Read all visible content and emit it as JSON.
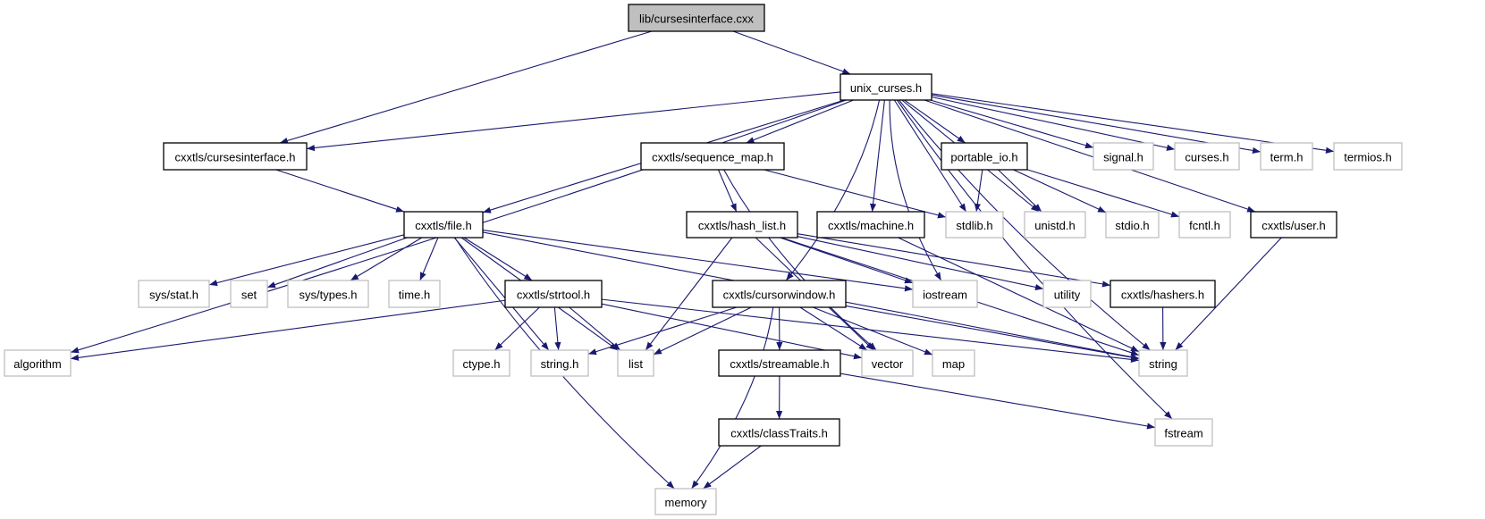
{
  "graph": {
    "title": "lib/cursesinterface.cxx",
    "edge_color": "#191970",
    "nodes": [
      {
        "id": "root",
        "label": "lib/cursesinterface.cxx",
        "kind": "root"
      },
      {
        "id": "unix_curses",
        "label": "unix_curses.h",
        "kind": "doc"
      },
      {
        "id": "cursesinterface_h",
        "label": "cxxtls/cursesinterface.h",
        "kind": "doc"
      },
      {
        "id": "sequence_map",
        "label": "cxxtls/sequence_map.h",
        "kind": "doc"
      },
      {
        "id": "portable_io",
        "label": "portable_io.h",
        "kind": "doc"
      },
      {
        "id": "signal",
        "label": "signal.h",
        "kind": "ext"
      },
      {
        "id": "curses",
        "label": "curses.h",
        "kind": "ext"
      },
      {
        "id": "term",
        "label": "term.h",
        "kind": "ext"
      },
      {
        "id": "termios",
        "label": "termios.h",
        "kind": "ext"
      },
      {
        "id": "file",
        "label": "cxxtls/file.h",
        "kind": "doc"
      },
      {
        "id": "hash_list",
        "label": "cxxtls/hash_list.h",
        "kind": "doc"
      },
      {
        "id": "machine",
        "label": "cxxtls/machine.h",
        "kind": "doc"
      },
      {
        "id": "stdlib",
        "label": "stdlib.h",
        "kind": "ext"
      },
      {
        "id": "unistd",
        "label": "unistd.h",
        "kind": "ext"
      },
      {
        "id": "stdio",
        "label": "stdio.h",
        "kind": "ext"
      },
      {
        "id": "fcntl",
        "label": "fcntl.h",
        "kind": "ext"
      },
      {
        "id": "user",
        "label": "cxxtls/user.h",
        "kind": "doc"
      },
      {
        "id": "sys_stat",
        "label": "sys/stat.h",
        "kind": "ext"
      },
      {
        "id": "set",
        "label": "set",
        "kind": "ext"
      },
      {
        "id": "sys_types",
        "label": "sys/types.h",
        "kind": "ext"
      },
      {
        "id": "time",
        "label": "time.h",
        "kind": "ext"
      },
      {
        "id": "strtool",
        "label": "cxxtls/strtool.h",
        "kind": "doc"
      },
      {
        "id": "cursorwindow",
        "label": "cxxtls/cursorwindow.h",
        "kind": "doc"
      },
      {
        "id": "iostream",
        "label": "iostream",
        "kind": "ext"
      },
      {
        "id": "utility",
        "label": "utility",
        "kind": "ext"
      },
      {
        "id": "hashers",
        "label": "cxxtls/hashers.h",
        "kind": "doc"
      },
      {
        "id": "algorithm",
        "label": "algorithm",
        "kind": "ext"
      },
      {
        "id": "ctype",
        "label": "ctype.h",
        "kind": "ext"
      },
      {
        "id": "string_h",
        "label": "string.h",
        "kind": "ext"
      },
      {
        "id": "list",
        "label": "list",
        "kind": "ext"
      },
      {
        "id": "streamable",
        "label": "cxxtls/streamable.h",
        "kind": "doc"
      },
      {
        "id": "vector",
        "label": "vector",
        "kind": "ext"
      },
      {
        "id": "map",
        "label": "map",
        "kind": "ext"
      },
      {
        "id": "string",
        "label": "string",
        "kind": "ext"
      },
      {
        "id": "classTraits",
        "label": "cxxtls/classTraits.h",
        "kind": "doc"
      },
      {
        "id": "fstream",
        "label": "fstream",
        "kind": "ext"
      },
      {
        "id": "memory",
        "label": "memory",
        "kind": "ext"
      }
    ],
    "edges": [
      [
        "root",
        "cursesinterface_h"
      ],
      [
        "root",
        "unix_curses"
      ],
      [
        "unix_curses",
        "cursesinterface_h"
      ],
      [
        "unix_curses",
        "algorithm"
      ],
      [
        "unix_curses",
        "file"
      ],
      [
        "unix_curses",
        "sequence_map"
      ],
      [
        "unix_curses",
        "cursorwindow"
      ],
      [
        "unix_curses",
        "iostream"
      ],
      [
        "unix_curses",
        "machine"
      ],
      [
        "unix_curses",
        "stdlib"
      ],
      [
        "unix_curses",
        "unistd"
      ],
      [
        "unix_curses",
        "portable_io"
      ],
      [
        "unix_curses",
        "signal"
      ],
      [
        "unix_curses",
        "curses"
      ],
      [
        "unix_curses",
        "term"
      ],
      [
        "unix_curses",
        "termios"
      ],
      [
        "unix_curses",
        "user"
      ],
      [
        "unix_curses",
        "string"
      ],
      [
        "unix_curses",
        "fstream"
      ],
      [
        "cursesinterface_h",
        "file"
      ],
      [
        "file",
        "memory"
      ],
      [
        "file",
        "sys_stat"
      ],
      [
        "file",
        "set"
      ],
      [
        "file",
        "sys_types"
      ],
      [
        "file",
        "time"
      ],
      [
        "file",
        "string_h"
      ],
      [
        "file",
        "strtool"
      ],
      [
        "file",
        "list"
      ],
      [
        "file",
        "iostream"
      ],
      [
        "file",
        "string"
      ],
      [
        "sequence_map",
        "hash_list"
      ],
      [
        "sequence_map",
        "stdlib"
      ],
      [
        "sequence_map",
        "vector"
      ],
      [
        "hash_list",
        "list"
      ],
      [
        "hash_list",
        "iostream"
      ],
      [
        "hash_list",
        "utility"
      ],
      [
        "hash_list",
        "hashers"
      ],
      [
        "hash_list",
        "vector"
      ],
      [
        "hash_list",
        "string"
      ],
      [
        "portable_io",
        "stdlib"
      ],
      [
        "portable_io",
        "unistd"
      ],
      [
        "portable_io",
        "stdio"
      ],
      [
        "portable_io",
        "fcntl"
      ],
      [
        "machine",
        "string"
      ],
      [
        "user",
        "string"
      ],
      [
        "strtool",
        "algorithm"
      ],
      [
        "strtool",
        "ctype"
      ],
      [
        "strtool",
        "string_h"
      ],
      [
        "strtool",
        "list"
      ],
      [
        "strtool",
        "vector"
      ],
      [
        "strtool",
        "string"
      ],
      [
        "cursorwindow",
        "string_h"
      ],
      [
        "cursorwindow",
        "list"
      ],
      [
        "cursorwindow",
        "memory"
      ],
      [
        "cursorwindow",
        "streamable"
      ],
      [
        "cursorwindow",
        "vector"
      ],
      [
        "cursorwindow",
        "map"
      ],
      [
        "cursorwindow",
        "string"
      ],
      [
        "streamable",
        "classTraits"
      ],
      [
        "streamable",
        "fstream"
      ],
      [
        "classTraits",
        "memory"
      ],
      [
        "hashers",
        "string"
      ]
    ]
  }
}
